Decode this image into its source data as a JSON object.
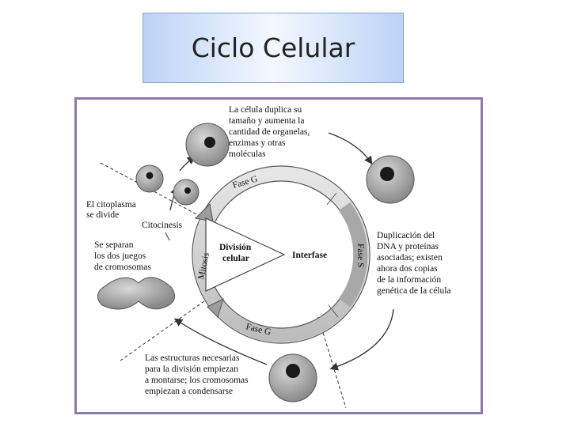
{
  "title": "Ciclo Celular",
  "colors": {
    "title_bg": "#c6d9f1",
    "frame_border": "#8a7ba8",
    "ring_gray": "#c9c9c9",
    "cell_gray": "#9a9a9a",
    "nucleus": "#1a1a1a"
  },
  "diagram": {
    "center_left": "División celular",
    "center_left_line1": "División",
    "center_left_line2": "celular",
    "center_right": "Interfase",
    "ring_labels": {
      "g1": "Fase G",
      "s": "Fase S",
      "g2": "Fase G",
      "mitosis": "Mitosis",
      "citocinesis": "Citocinesis"
    },
    "notes": {
      "g1_note": [
        "La célula duplica su",
        "tamaño y aumenta la",
        "cantidad de organelas,",
        "enzimas y otras",
        "moléculas"
      ],
      "s_note": [
        "Duplicación del",
        "DNA y proteínas",
        "asociadas; existen",
        "ahora dos copias",
        "de la información",
        "genética de la célula"
      ],
      "g2_note": [
        "Las estructuras necesarias",
        "para la división empiezan",
        "a montarse; los cromosomas",
        "empiezan a condensarse"
      ],
      "cyto_note": [
        "El citoplasma",
        "se divide"
      ],
      "mitosis_note": [
        "Se separan",
        "los dos juegos",
        "de cromosomas"
      ]
    }
  }
}
